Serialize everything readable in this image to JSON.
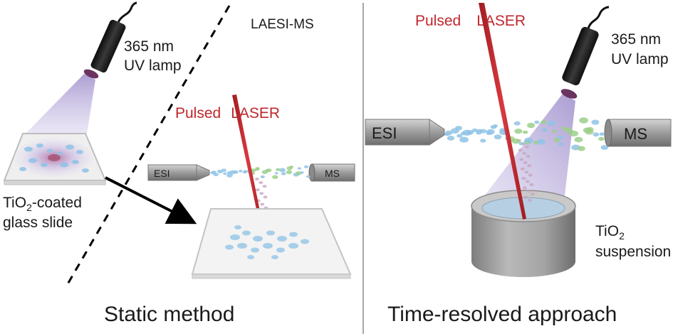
{
  "panel_left": {
    "lamp_label_line1": "365 nm",
    "lamp_label_line2": "UV lamp",
    "slide_label_line1_main": "TiO",
    "slide_label_line1_sub": "2",
    "slide_label_line1_tail": "-coated",
    "slide_label_line2": "glass slide",
    "technique_label": "LAESI-MS",
    "laser_label_word1": "Pulsed",
    "laser_label_word2": "LASER",
    "esi_label": "ESI",
    "ms_label": "MS",
    "caption": "Static method"
  },
  "panel_right": {
    "laser_label_word1": "Pulsed",
    "laser_label_word2": "LASER",
    "lamp_label_line1": "365 nm",
    "lamp_label_line2": "UV lamp",
    "esi_label": "ESI",
    "ms_label": "MS",
    "suspension_label_main": "TiO",
    "suspension_label_sub": "2",
    "suspension_label_line2": "suspension",
    "caption": "Time-resolved approach"
  },
  "colors": {
    "laser": "#c0272d",
    "uv_glow": "#b7a9d6",
    "lamp_body": "#1e1e1e",
    "droplet_blue": "#8fc3e6",
    "droplet_green": "#9ccf8a",
    "metal": "#9a9a9a"
  },
  "icons": [
    "uv-lamp-icon",
    "esi-needle-icon",
    "ms-inlet-icon",
    "glass-slide-icon",
    "suspension-beaker-icon",
    "arrow-icon"
  ]
}
